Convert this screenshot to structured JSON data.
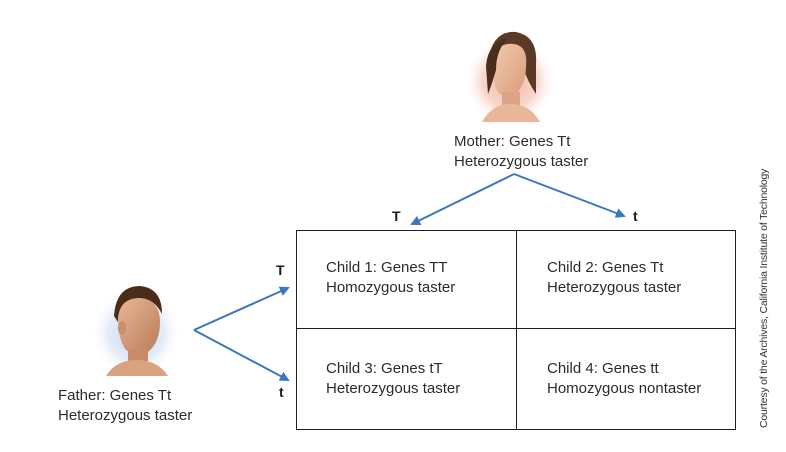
{
  "mother": {
    "line1": "Mother: Genes Tt",
    "line2": "Heterozygous taster"
  },
  "father": {
    "line1": "Father: Genes Tt",
    "line2": "Heterozygous taster"
  },
  "alleles": {
    "mother_left": "T",
    "mother_right": "t",
    "father_top": "T",
    "father_bottom": "t"
  },
  "children": [
    {
      "line1": "Child 1: Genes TT",
      "line2": "Homozygous taster"
    },
    {
      "line1": "Child 2: Genes Tt",
      "line2": "Heterozygous taster"
    },
    {
      "line1": "Child 3: Genes tT",
      "line2": "Heterozygous taster"
    },
    {
      "line1": "Child 4: Genes tt",
      "line2": "Homozygous nontaster"
    }
  ],
  "credit": "Courtesy of the Archives, California Institute of Technology",
  "colors": {
    "arrow": "#3a78bb",
    "grid": "#1f1f1f"
  }
}
